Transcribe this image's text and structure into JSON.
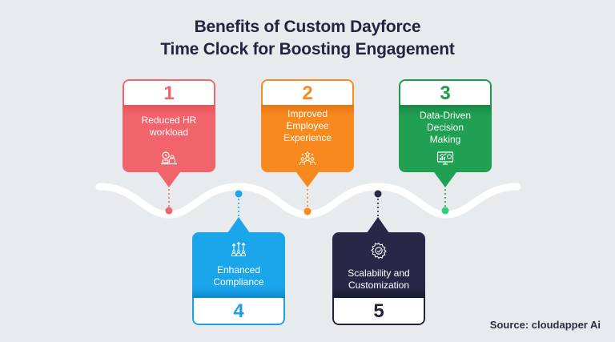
{
  "title": {
    "line1": "Benefits of Custom Dayforce",
    "line2": "Time Clock for Boosting Engagement"
  },
  "benefits": [
    {
      "number": "1",
      "label": "Reduced HR workload",
      "icon": "clock-worker-desk-icon",
      "color": "#f2646c",
      "position": "top"
    },
    {
      "number": "2",
      "label": "Improved Employee Experience",
      "icon": "team-stars-icon",
      "color": "#f7891f",
      "position": "top"
    },
    {
      "number": "3",
      "label": "Data-Driven Decision Making",
      "icon": "monitor-analytics-icon",
      "color": "#20a053",
      "position": "top"
    },
    {
      "number": "4",
      "label": "Enhanced Compliance",
      "icon": "people-growth-arrows-icon",
      "color": "#1ba6ec",
      "position": "bottom"
    },
    {
      "number": "5",
      "label": "Scalability and Customization",
      "icon": "gear-settings-icon",
      "color": "#272847",
      "position": "bottom"
    }
  ],
  "source": "Source: cloudapper Ai",
  "colors": {
    "background": "#e8ebee",
    "title": "#23253f",
    "wave": "#ffffff"
  }
}
